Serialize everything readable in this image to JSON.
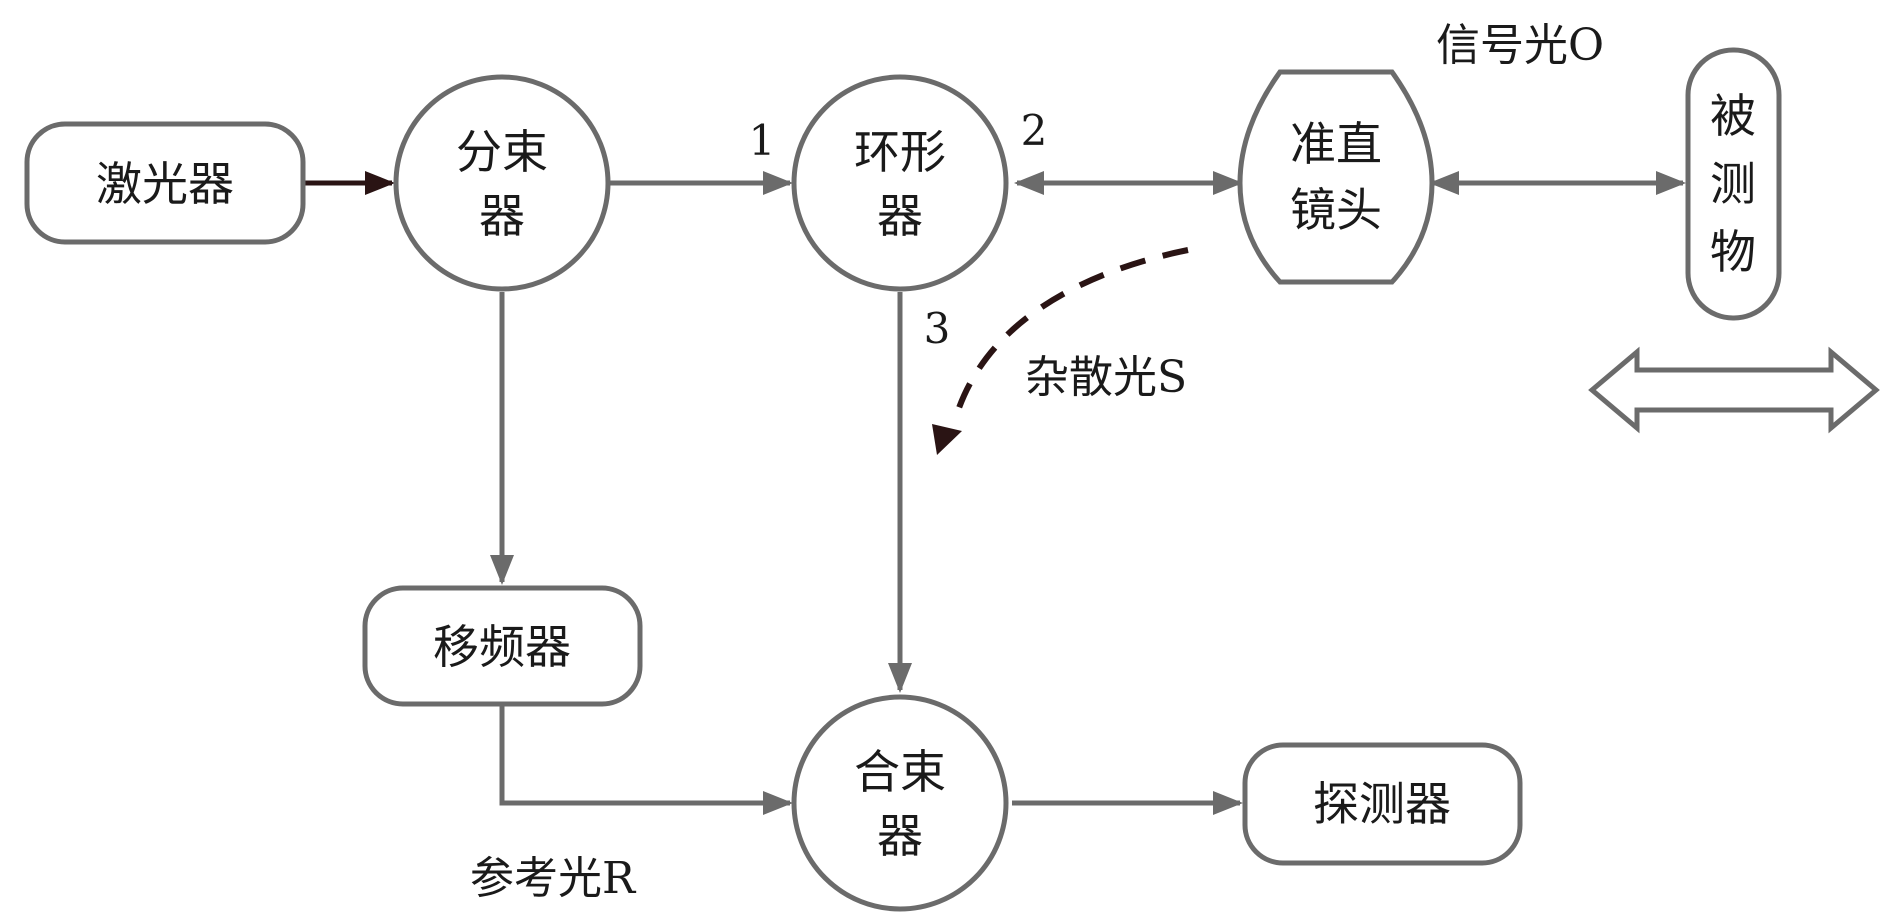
{
  "colors": {
    "stroke": "#6b6b6b",
    "laser_arrow": "#2a1414",
    "stray": "#2a1414",
    "text": "#1a1a1a",
    "background": "#ffffff"
  },
  "nodes": {
    "laser": {
      "lines": [
        "激光器"
      ]
    },
    "splitter": {
      "lines": [
        "分束",
        "器"
      ]
    },
    "circulator": {
      "lines": [
        "环形",
        "器"
      ]
    },
    "collimator": {
      "lines": [
        "准直",
        "镜头"
      ]
    },
    "target": {
      "lines": [
        "被",
        "测",
        "物"
      ]
    },
    "freq_shifter": {
      "lines": [
        "移频器"
      ]
    },
    "combiner": {
      "lines": [
        "合束",
        "器"
      ]
    },
    "detector": {
      "lines": [
        "探测器"
      ]
    }
  },
  "ports": {
    "p1": "1",
    "p2": "2",
    "p3": "3"
  },
  "labels": {
    "signal": "信号光O",
    "stray": "杂散光S",
    "reference": "参考光R"
  },
  "icons": {
    "motion": "double-arrow-icon"
  }
}
